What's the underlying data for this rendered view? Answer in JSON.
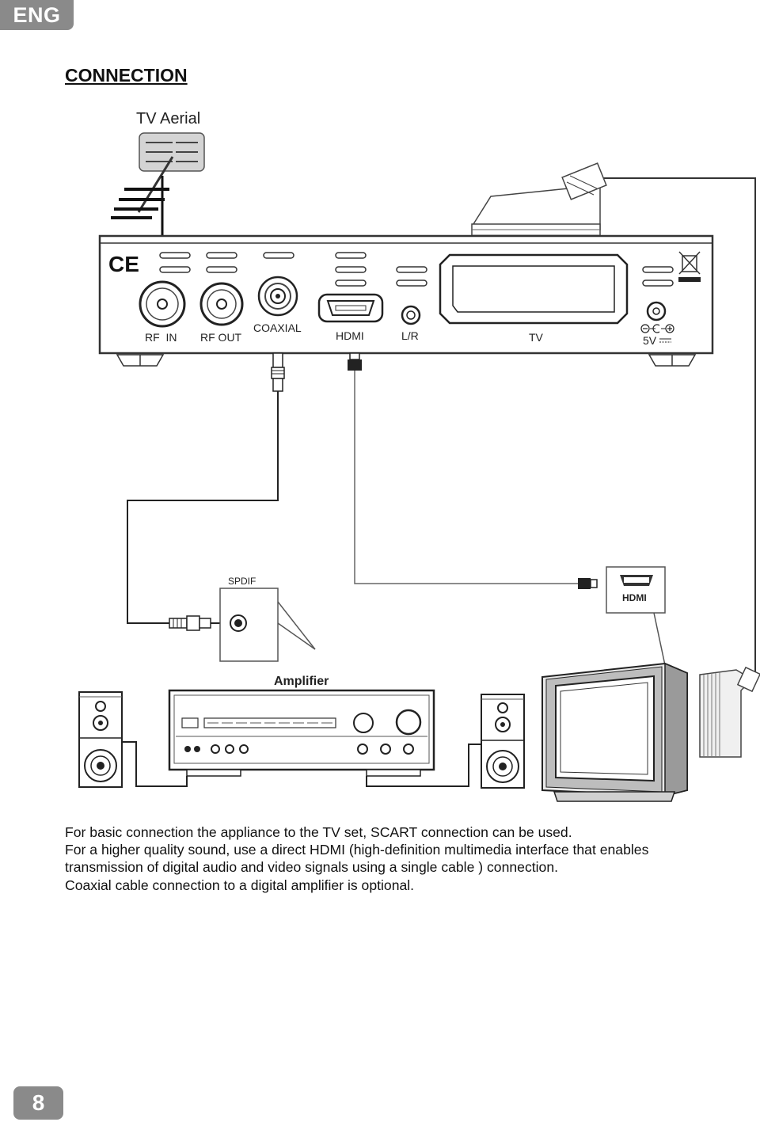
{
  "header": {
    "language": "ENG"
  },
  "title": "CONNECTION",
  "diagram": {
    "aerial_label": "TV Aerial",
    "ports": {
      "rf_in": "RF  IN",
      "rf_out": "RF OUT",
      "coaxial": "COAXIAL",
      "hdmi": "HDMI",
      "lr": "L/R",
      "tv": "TV",
      "power": "5V"
    },
    "spdif_label": "SPDIF",
    "amplifier_label": "Amplifier",
    "tv_hdmi_label": "HDMI"
  },
  "body": {
    "paragraphs": [
      "For basic connection the appliance to the TV set, SCART connection can be used.",
      "For a higher quality sound, use a direct HDMI (high-definition multimedia interface that enables",
      "transmission of digital audio and video signals using a single cable ) connection.",
      "Coaxial cable connection to a digital amplifier is optional."
    ]
  },
  "footer": {
    "page_number": "8"
  }
}
